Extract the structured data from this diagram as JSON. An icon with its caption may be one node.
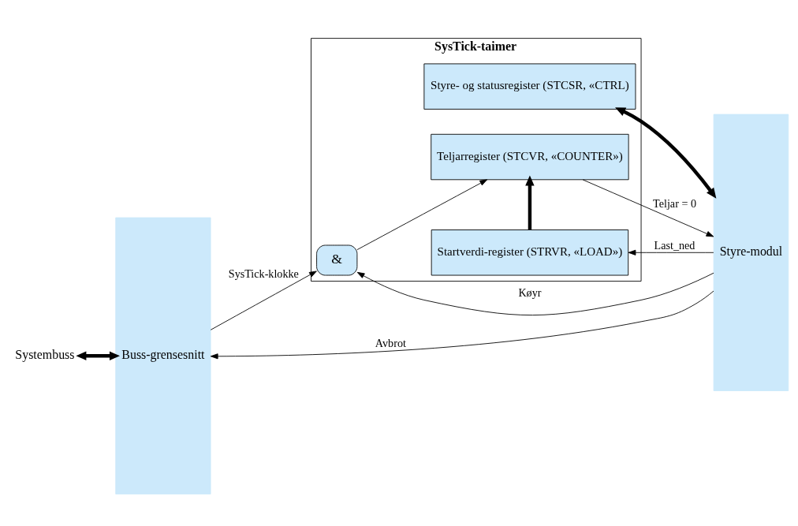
{
  "diagram": {
    "nodes": [
      {
        "text": [
          "Systembuss"
        ]
      },
      {
        "text": [
          "Buss-grensesnitt"
        ]
      },
      {
        "text": [
          "SysTick-taimer"
        ]
      },
      {
        "text": [
          "Styre- og statusregister (STCSR, «CTRL)"
        ],
        "in": 2
      },
      {
        "text": [
          "Startverdi-register (STRVR, «LOAD»)"
        ],
        "in": 2
      },
      {
        "text": [
          "Teljarregister (STCVR, «COUNTER»)"
        ],
        "in": 2
      },
      {
        "text": [
          "&"
        ],
        "in": 2
      },
      {
        "text": [
          "Styre-modul"
        ]
      }
    ],
    "edges": [
      {
        "from": 0,
        "to": 1,
        "arrow": "both",
        "style": "thick"
      },
      {
        "from": 3,
        "to": 7,
        "arrow": "both",
        "style": "thick"
      },
      {
        "from": 7,
        "to": 4,
        "arrow": "to",
        "label": "Last_ned"
      },
      {
        "from": 4,
        "to": 5,
        "arrow": "to",
        "style": "thick"
      },
      {
        "from": 5,
        "to": 7,
        "arrow": "to",
        "label": "Teljar = 0"
      },
      {
        "from": 6,
        "to": 5,
        "arrow": "to"
      },
      {
        "from": 1,
        "to": 6,
        "arrow": "to",
        "label": "SysTick-klokke"
      },
      {
        "from": 7,
        "to": 6,
        "arrow": "to",
        "label": "Køyr"
      },
      {
        "from": 7,
        "to": 1,
        "arrow": "to",
        "label": "Avbrot"
      }
    ]
  }
}
